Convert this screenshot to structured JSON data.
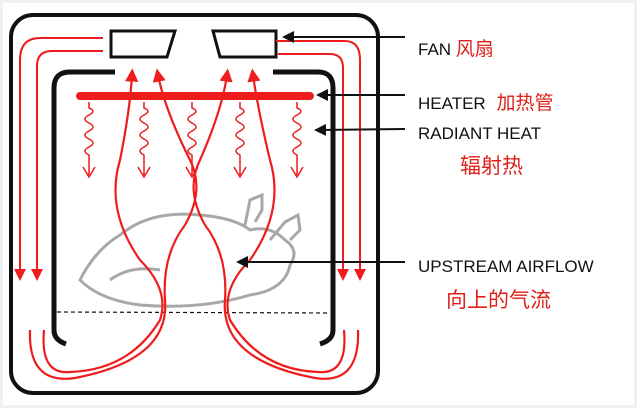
{
  "labels": {
    "fan": {
      "en": "FAN",
      "cn": "风扇"
    },
    "heater": {
      "en": "HEATER",
      "cn": "加热管"
    },
    "radiant_heat": {
      "en": "RADIANT HEAT",
      "cn": "辐射热"
    },
    "upstream_airflow": {
      "en": "UPSTREAM AIRFLOW",
      "cn": "向上的气流"
    }
  },
  "colors": {
    "airflow": "#ee1c1c",
    "outline": "#111111",
    "food": "#a8a8a8"
  }
}
